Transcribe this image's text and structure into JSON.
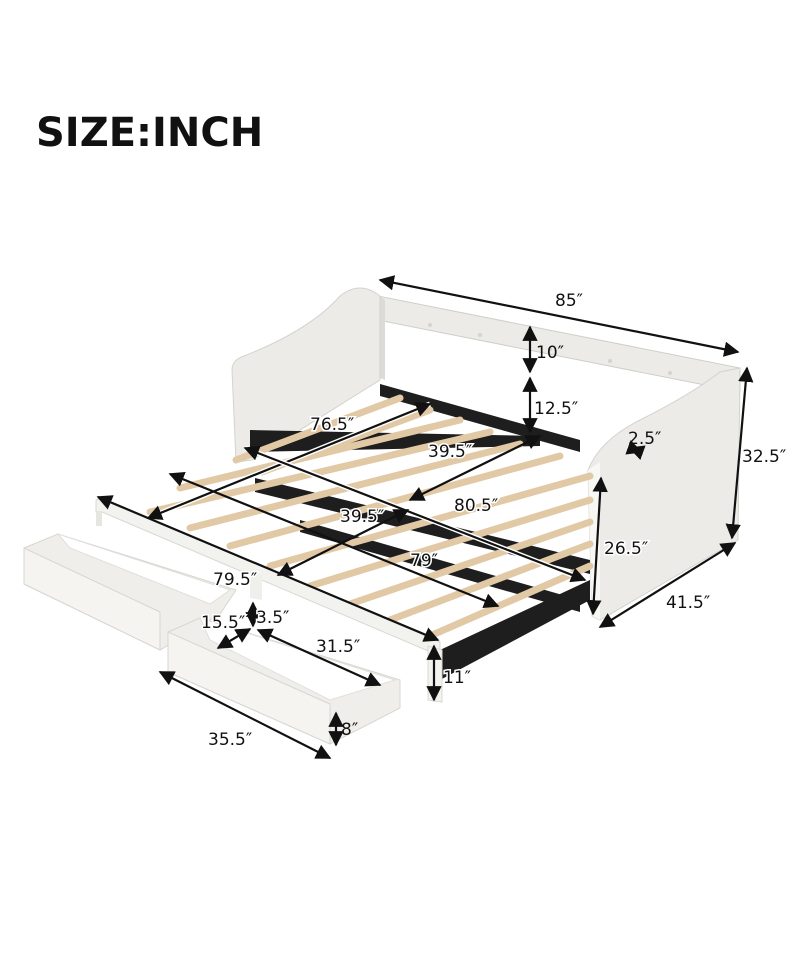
{
  "title": "SIZE:INCH",
  "colors": {
    "upholstery": "#ecebe7",
    "upholstery_shade": "#d9d8d3",
    "slat_wood": "#e2c9a6",
    "frame_black": "#1e1e1e",
    "dimension_line": "#111111",
    "background": "#ffffff"
  },
  "product": "Upholstered daybed with trundle and two storage drawers",
  "dimensions": {
    "overall_length": "85″",
    "backrest_panel_height": "10″",
    "backrest_to_slats": "12.5″",
    "arm_thickness": "2.5″",
    "overall_height": "32.5″",
    "inner_length_top": "76.5″",
    "daybed_slat_width": "39.5″",
    "daybed_inner_length": "80.5″",
    "trundle_slat_width": "39.5″",
    "trundle_inner_length": "79″",
    "arm_height": "26.5″",
    "overall_depth": "41.5″",
    "trundle_length": "79.5″",
    "drawer_width": "15.5″",
    "drawer_clearance": "3.5″",
    "drawer_inner_length": "31.5″",
    "trundle_height": "11″",
    "drawer_length": "35.5″",
    "drawer_height": "8″"
  }
}
